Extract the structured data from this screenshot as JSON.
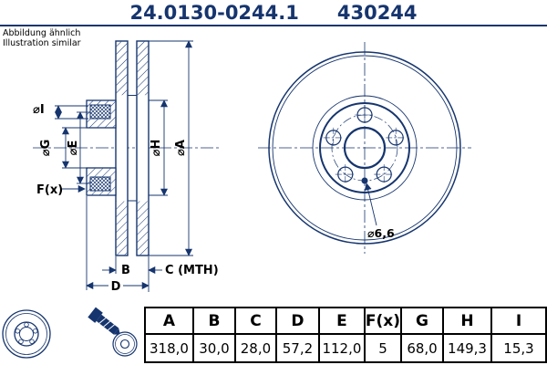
{
  "colors": {
    "line_blue": "#16356e",
    "text_black": "#000000",
    "table_border": "#000000"
  },
  "header": {
    "part_number": "24.0130-0244.1",
    "ref_number": "430244"
  },
  "note": {
    "line1": "Abbildung ähnlich",
    "line2": "Illustration similar"
  },
  "drawing": {
    "labels": {
      "dia_i": "⌀I",
      "dia_g": "⌀G",
      "dia_e": "⌀E",
      "dia_h": "⌀H",
      "dia_a": "⌀A",
      "f_x": "F(x)",
      "b": "B",
      "c_mth": "C (MTH)",
      "d": "D",
      "hole_dia": "⌀6,6"
    }
  },
  "table": {
    "columns": [
      "A",
      "B",
      "C",
      "D",
      "E",
      "F(x)",
      "G",
      "H",
      "I"
    ],
    "values": [
      "318,0",
      "30,0",
      "28,0",
      "57,2",
      "112,0",
      "5",
      "68,0",
      "149,3",
      "15,3"
    ]
  }
}
